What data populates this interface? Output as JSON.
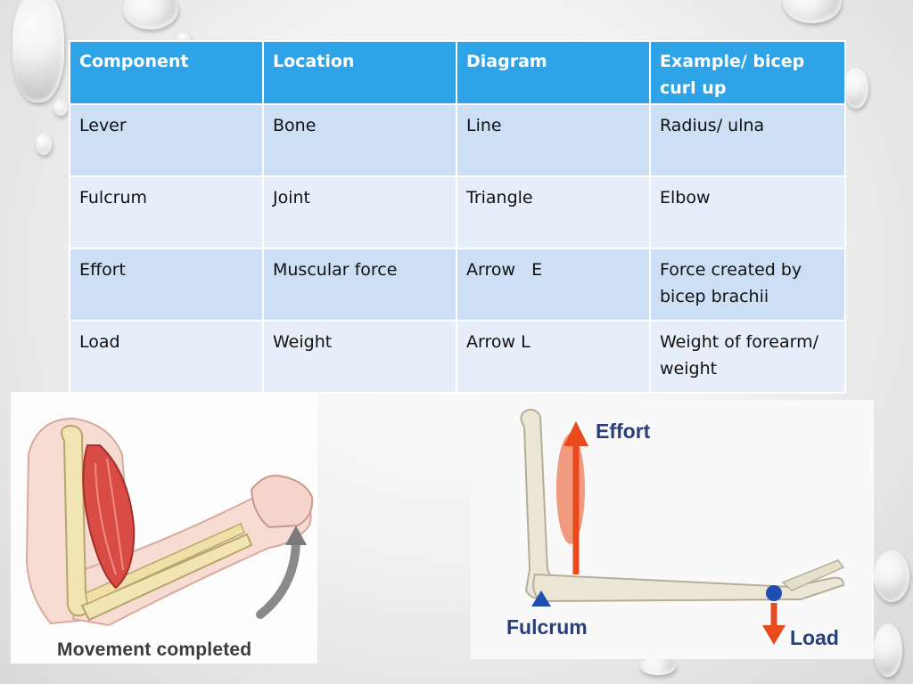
{
  "table": {
    "headers": [
      "Component",
      "Location",
      "Diagram",
      "Example/ bicep curl up"
    ],
    "rows": [
      [
        "Lever",
        "Bone",
        "Line",
        "Radius/ ulna"
      ],
      [
        "Fulcrum",
        "Joint",
        "Triangle",
        "Elbow"
      ],
      [
        "Effort",
        "Muscular force",
        "Arrow   E",
        "Force created by bicep brachii"
      ],
      [
        "Load",
        "Weight",
        "Arrow L",
        "Weight of forearm/ weight"
      ]
    ]
  },
  "left_figure": {
    "caption": "Movement completed"
  },
  "right_figure": {
    "effort_label": "Effort",
    "fulcrum_label": "Fulcrum",
    "load_label": "Load"
  },
  "colors": {
    "header_bg": "#2ea3e8",
    "row_odd_bg": "#cddff4",
    "row_even_bg": "#e6eef9",
    "arrow_red": "#e8491d",
    "label_navy": "#2a3f7a",
    "fulcrum_marker": "#1e4fb0"
  }
}
